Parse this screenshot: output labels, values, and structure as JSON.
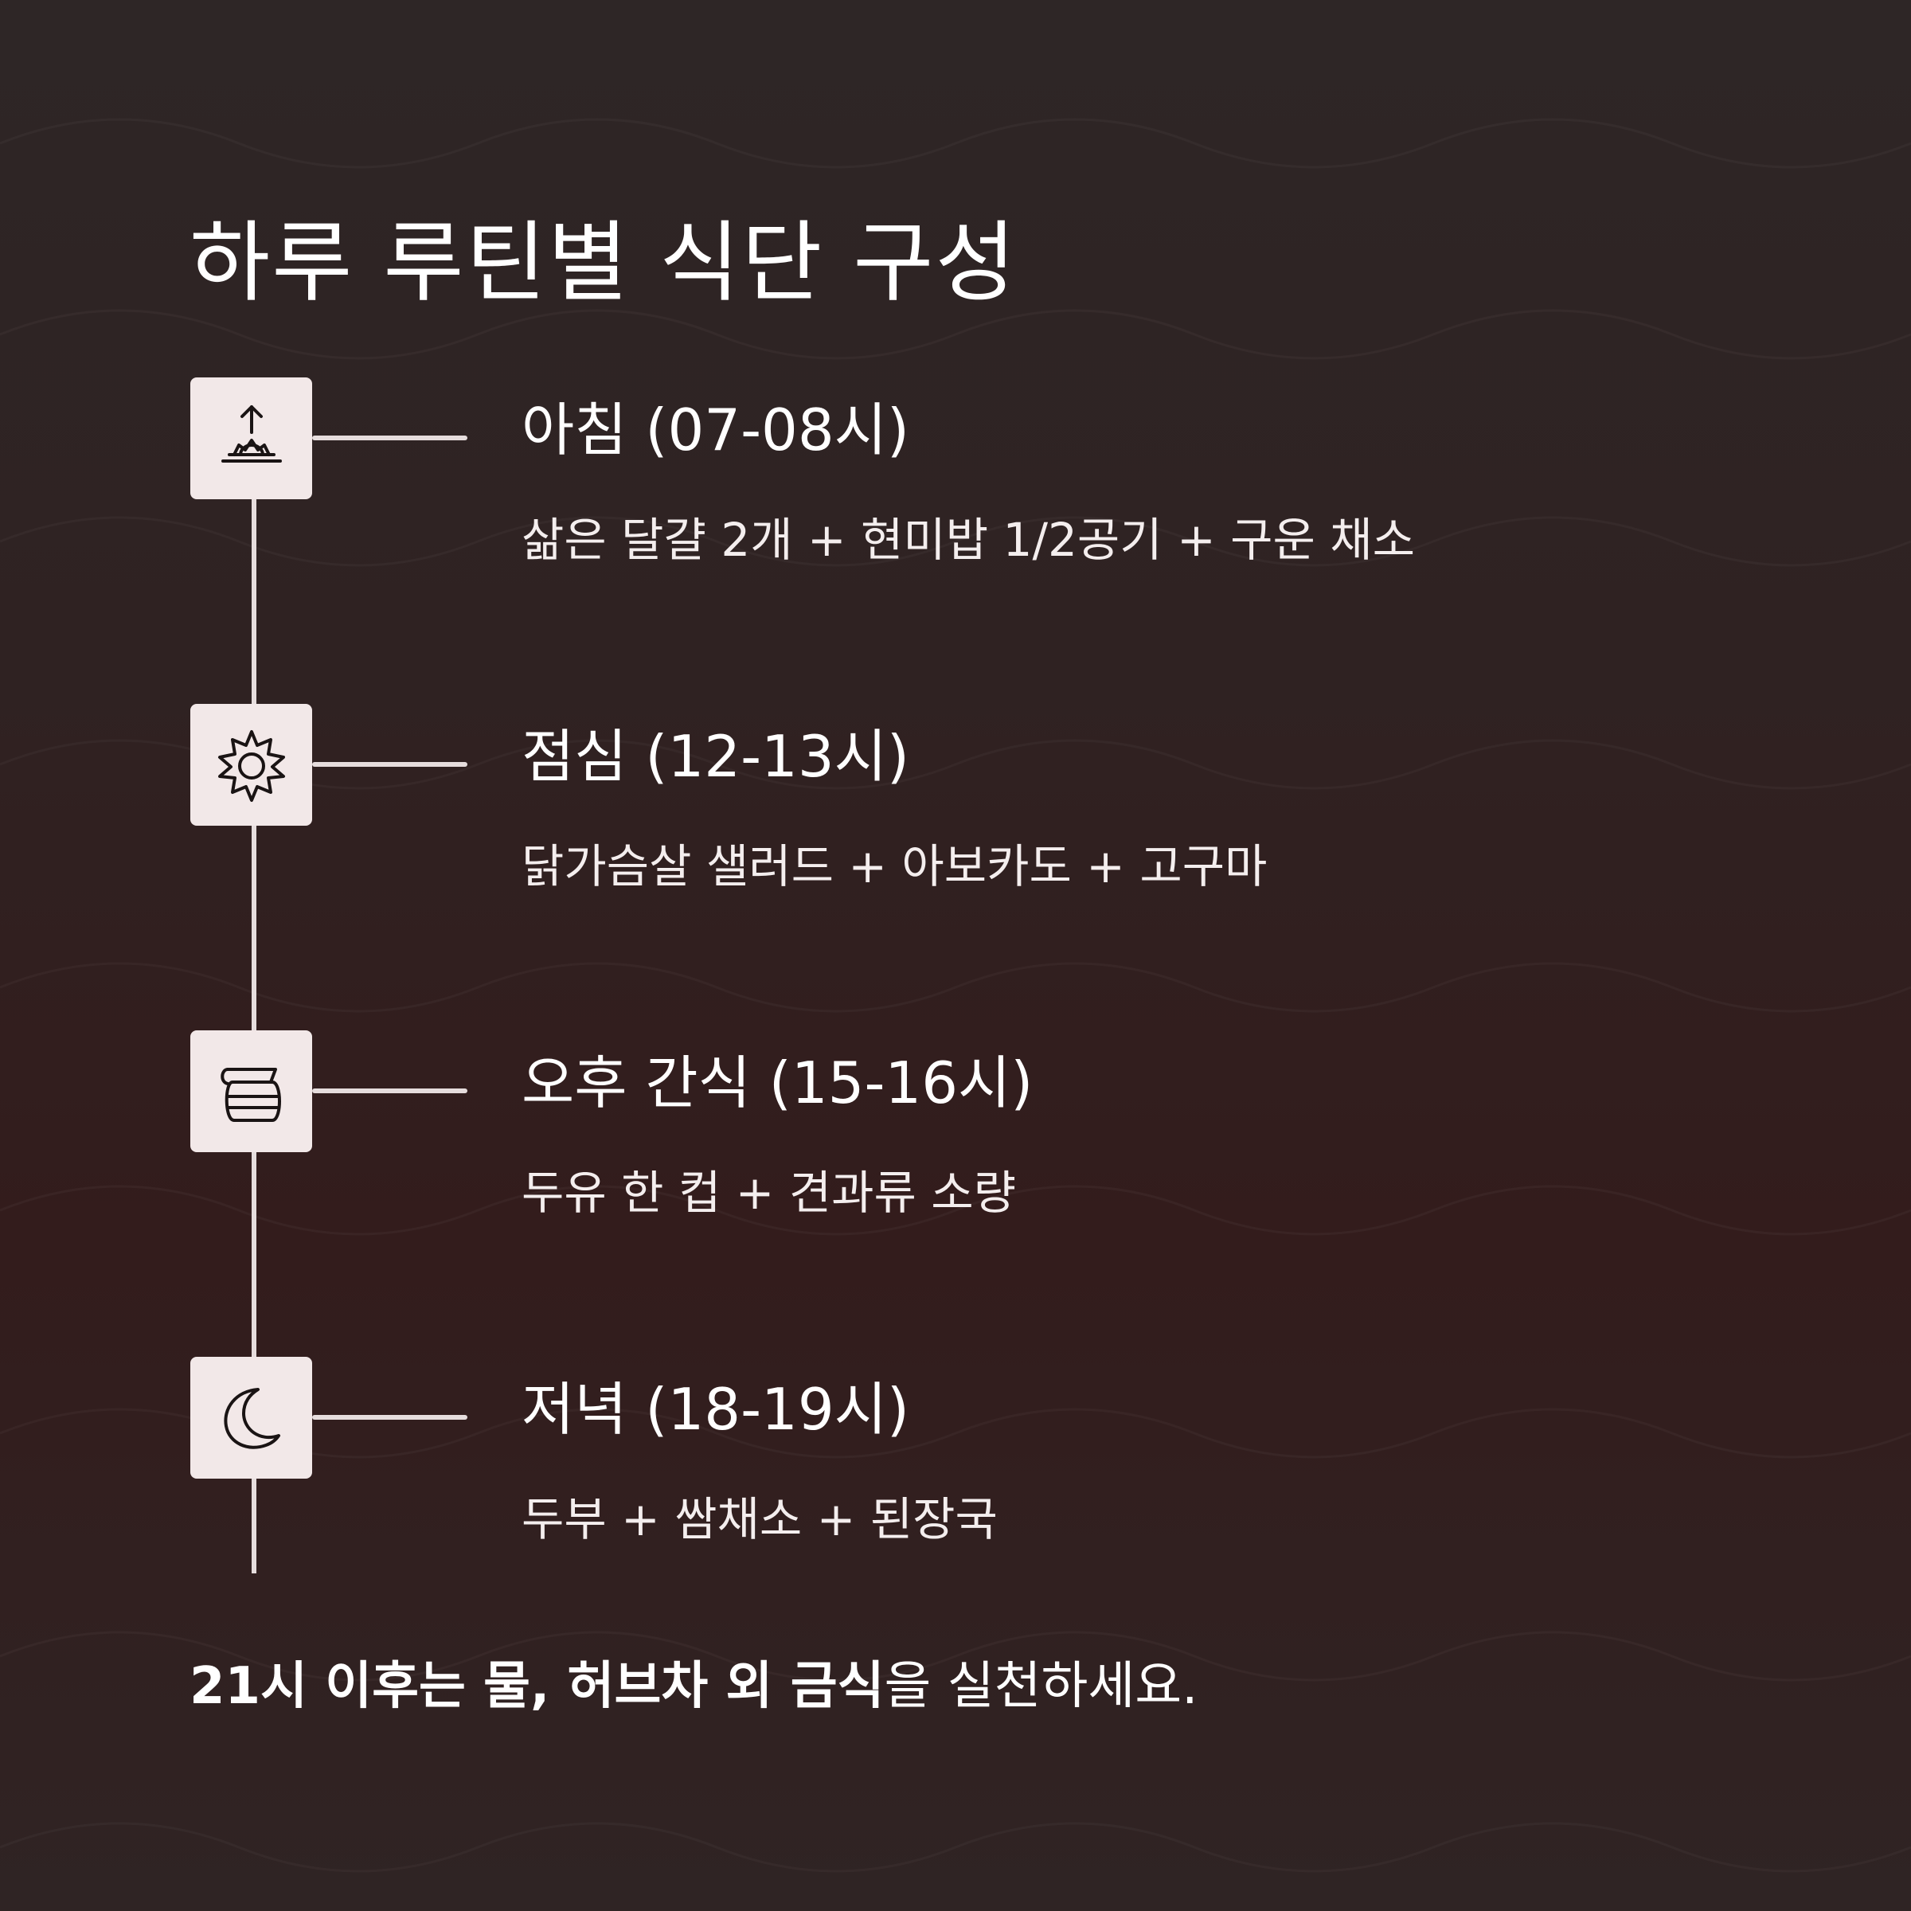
{
  "title": "하루 루틴별 식단 구성",
  "meals": [
    {
      "name": "아침 (07-08시)",
      "food": "삶은 달걀 2개 + 현미밥 1/2공기 + 구운 채소",
      "icon": "sunrise-icon"
    },
    {
      "name": "점심 (12-13시)",
      "food": "닭가슴살 샐러드 + 아보카도 + 고구마",
      "icon": "sun-icon"
    },
    {
      "name": "오후 간식 (15-16시)",
      "food": "두유 한 컵 + 견과류 소량",
      "icon": "pitcher-icon"
    },
    {
      "name": "저녁 (18-19시)",
      "food": "두부 + 쌈채소 + 된장국",
      "icon": "moon-icon"
    }
  ],
  "footer": {
    "bold": "21시 이후는 물, 허브차 외 금식",
    "regular": "을 실천하세요."
  },
  "colors": {
    "background": "#2f2424",
    "icon_box": "#f2e8e8",
    "line": "#e6dddd",
    "text": "#ffffff"
  }
}
